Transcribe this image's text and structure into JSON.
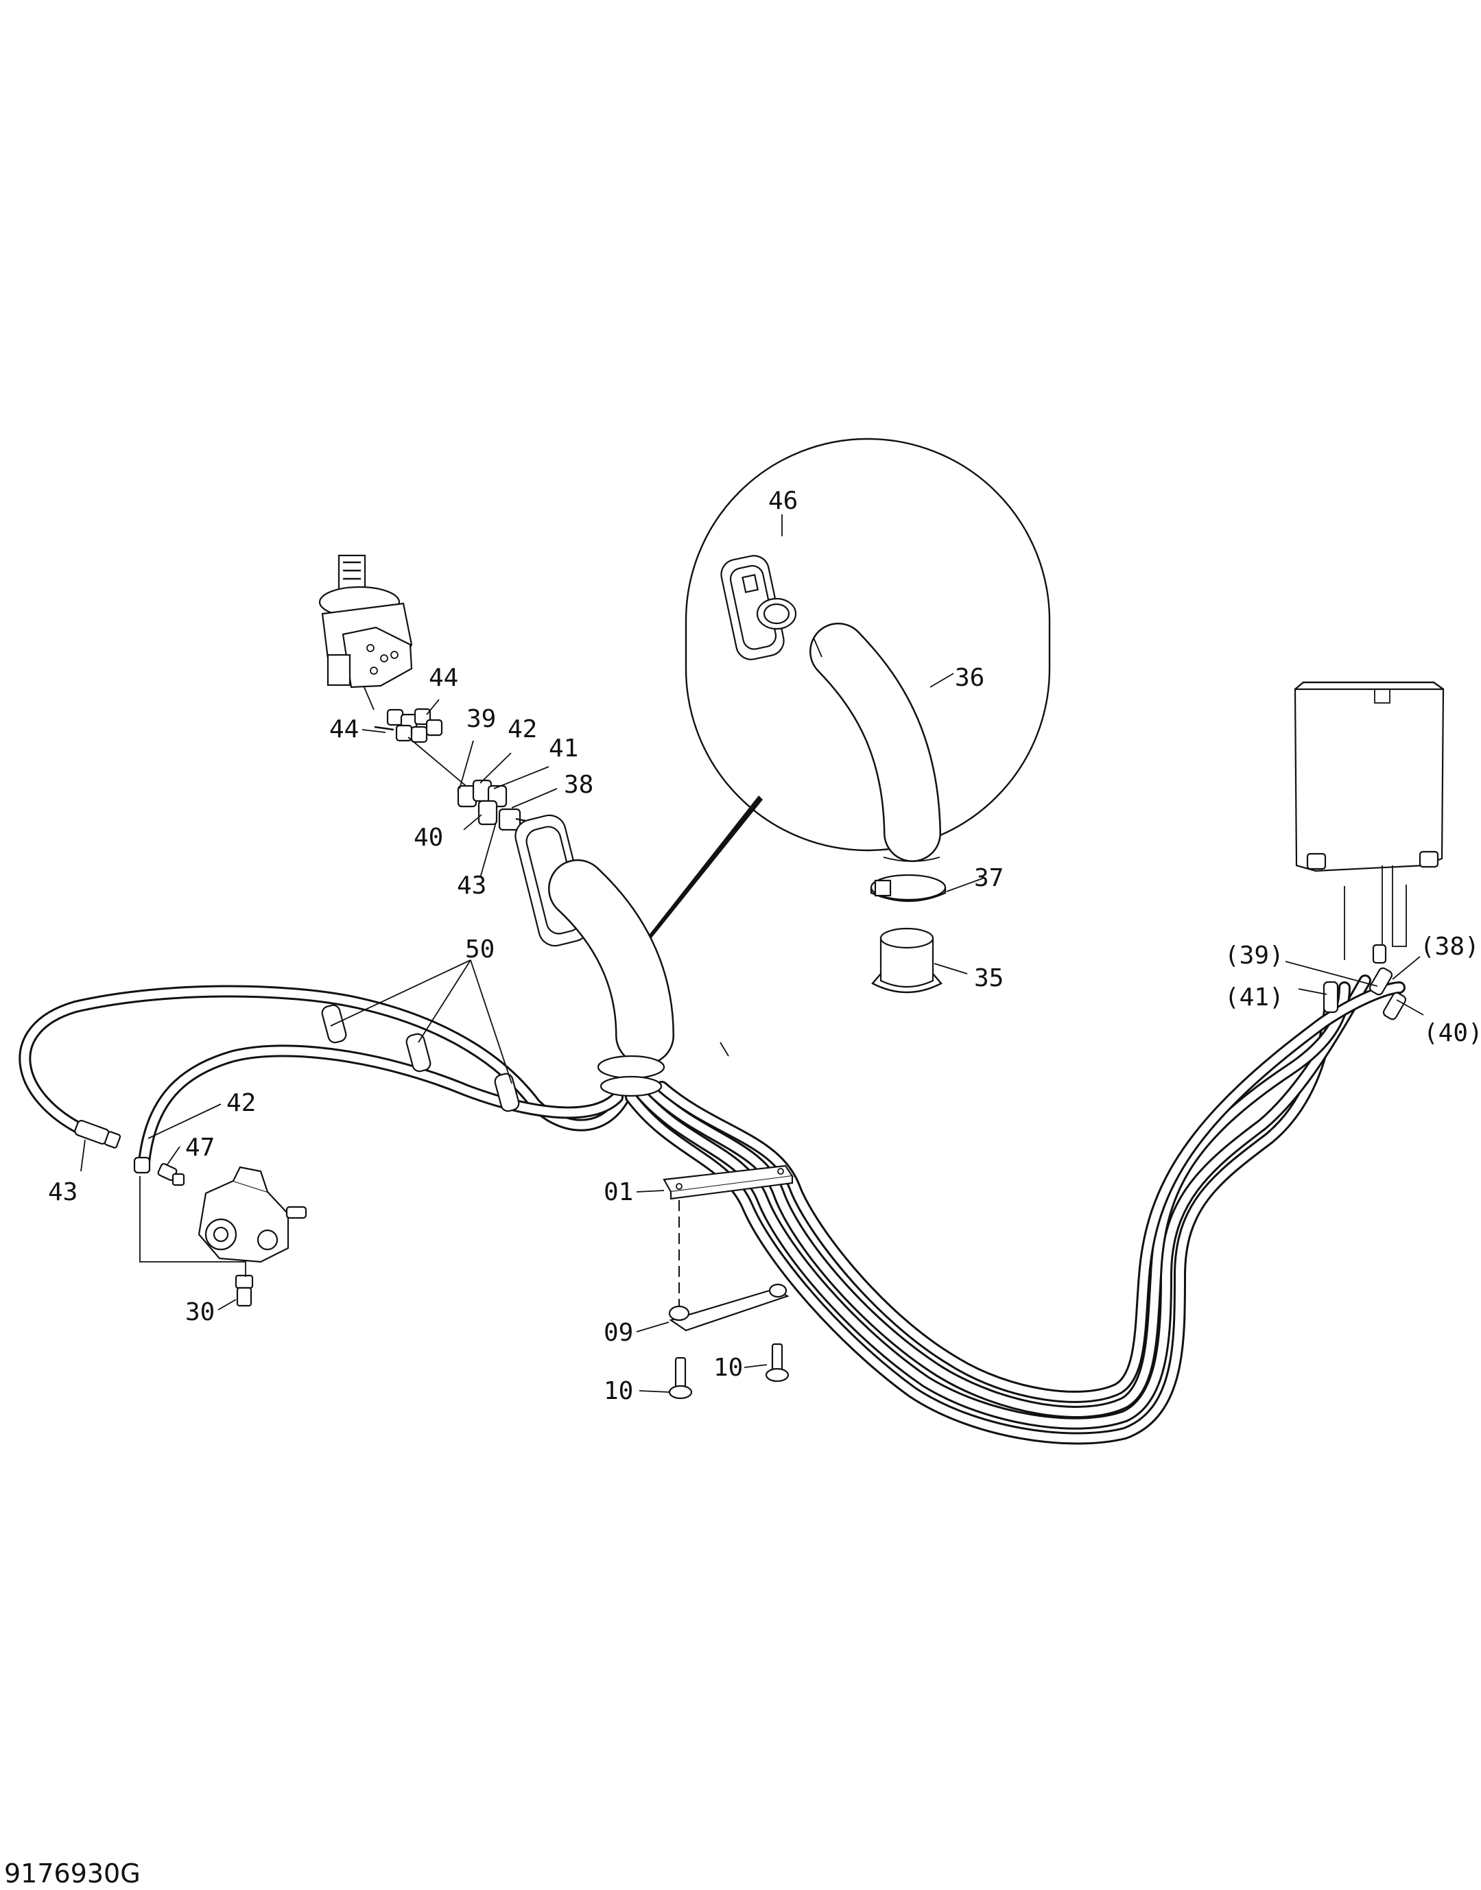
{
  "drawing_code": "9176930G",
  "callouts": {
    "c46": "46",
    "c36": "36",
    "c37": "37",
    "c35": "35",
    "c44a": "44",
    "c44b": "44",
    "c39": "39",
    "c42a": "42",
    "c41": "41",
    "c38": "38",
    "c40": "40",
    "c43a": "43",
    "c50": "50",
    "c42b": "42",
    "c47": "47",
    "c43b": "43",
    "c30": "30",
    "c01": "01",
    "c09": "09",
    "c10a": "10",
    "c10b": "10",
    "c38p": "(38)",
    "c39p": "(39)",
    "c41p": "(41)",
    "c40p": "(40)"
  }
}
